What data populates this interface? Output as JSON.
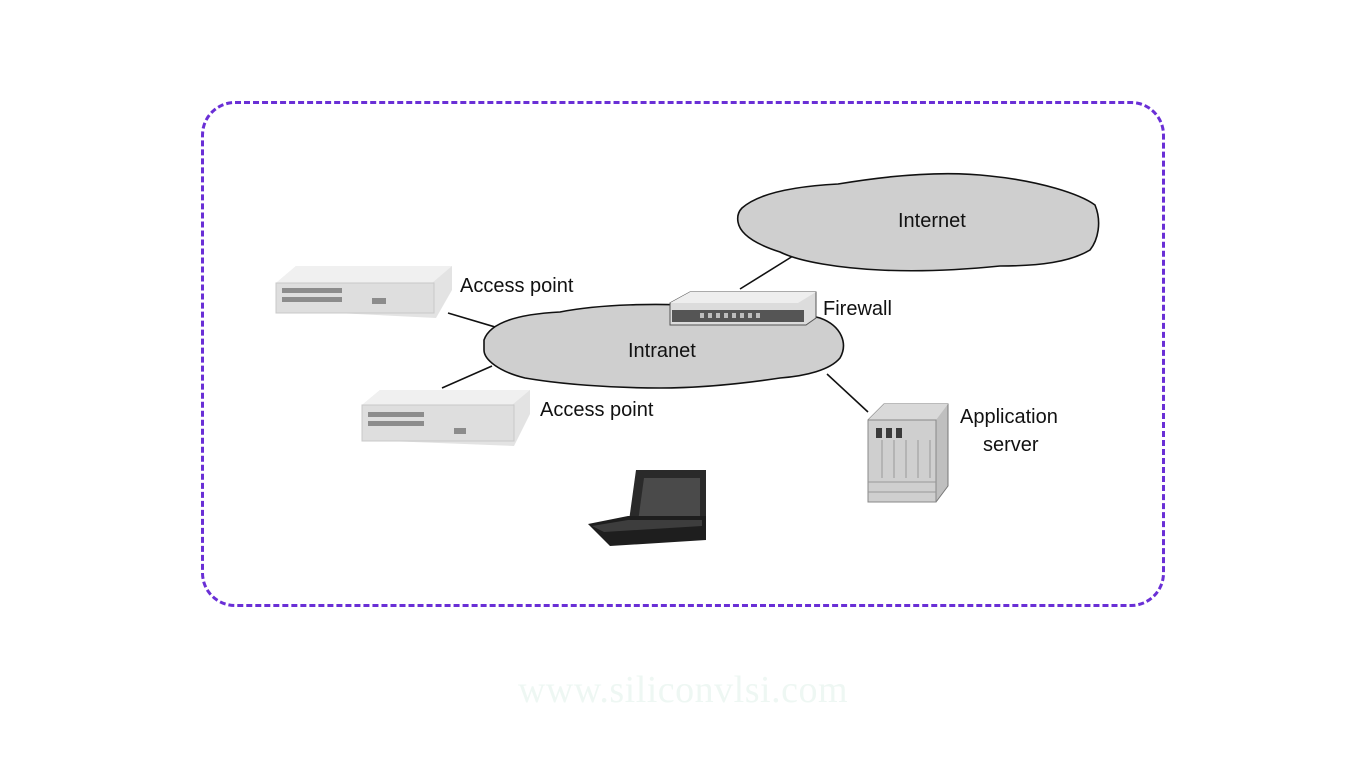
{
  "diagram": {
    "clouds": {
      "internet": "Internet",
      "intranet": "Intranet"
    },
    "devices": {
      "access_point_1": "Access point",
      "access_point_2": "Access point",
      "firewall": "Firewall",
      "app_server_line1": "Application",
      "app_server_line2": "server"
    }
  },
  "watermark": "www.siliconvlsi.com",
  "colors": {
    "frame_border": "#6a2fd6",
    "cloud_fill": "#cfcfcf",
    "watermark": "#eef7f3"
  }
}
